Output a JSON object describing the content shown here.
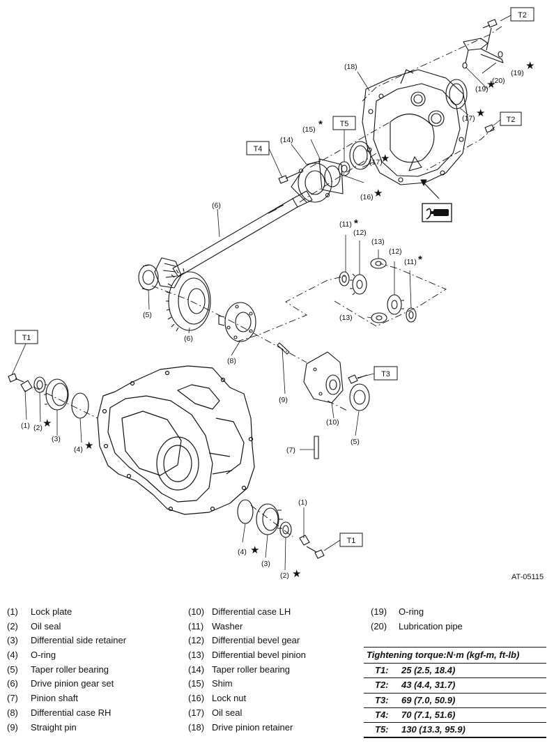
{
  "figure_id": "AT-05115",
  "callouts": {
    "c1a": "(1)",
    "c1b": "(1)",
    "c2a": "(2)",
    "c2b": "(2)",
    "c3a": "(3)",
    "c3b": "(3)",
    "c4a": "(4)",
    "c4b": "(4)",
    "c5a": "(5)",
    "c5b": "(5)",
    "c6a": "(6)",
    "c6b": "(6)",
    "c7": "(7)",
    "c8": "(8)",
    "c9": "(9)",
    "c10": "(10)",
    "c11a": "(11)",
    "c11b": "(11)",
    "c12a": "(12)",
    "c12b": "(12)",
    "c13a": "(13)",
    "c13b": "(13)",
    "c14": "(14)",
    "c15": "(15)",
    "c16": "(16)",
    "c17a": "(17)",
    "c17b": "(17)",
    "c18": "(18)",
    "c19a": "(19)",
    "c19b": "(19)",
    "c20": "(20)"
  },
  "torque_tags": {
    "t1a": "T1",
    "t1b": "T1",
    "t2a": "T2",
    "t2b": "T2",
    "t3": "T3",
    "t4": "T4",
    "t5": "T5"
  },
  "symbols": {
    "star": "★",
    "asterisk": "*"
  },
  "legend": {
    "col1": [
      {
        "num": "(1)",
        "name": "Lock plate"
      },
      {
        "num": "(2)",
        "name": "Oil seal"
      },
      {
        "num": "(3)",
        "name": "Differential side retainer"
      },
      {
        "num": "(4)",
        "name": "O-ring"
      },
      {
        "num": "(5)",
        "name": "Taper roller bearing"
      },
      {
        "num": "(6)",
        "name": "Drive pinion gear set"
      },
      {
        "num": "(7)",
        "name": "Pinion shaft"
      },
      {
        "num": "(8)",
        "name": "Differential case RH"
      },
      {
        "num": "(9)",
        "name": "Straight pin"
      }
    ],
    "col2": [
      {
        "num": "(10)",
        "name": "Differential case LH"
      },
      {
        "num": "(11)",
        "name": "Washer"
      },
      {
        "num": "(12)",
        "name": "Differential bevel gear"
      },
      {
        "num": "(13)",
        "name": "Differential bevel pinion"
      },
      {
        "num": "(14)",
        "name": "Taper roller bearing"
      },
      {
        "num": "(15)",
        "name": "Shim"
      },
      {
        "num": "(16)",
        "name": "Lock nut"
      },
      {
        "num": "(17)",
        "name": "Oil seal"
      },
      {
        "num": "(18)",
        "name": "Drive pinion retainer"
      }
    ],
    "col3": [
      {
        "num": "(19)",
        "name": "O-ring"
      },
      {
        "num": "(20)",
        "name": "Lubrication pipe"
      }
    ]
  },
  "torque": {
    "title": "Tightening torque:N·m (kgf-m, ft-lb)",
    "rows": [
      {
        "key": "T1:",
        "value": "25 (2.5, 18.4)"
      },
      {
        "key": "T2:",
        "value": "43 (4.4, 31.7)"
      },
      {
        "key": "T3:",
        "value": "69 (7.0, 50.9)"
      },
      {
        "key": "T4:",
        "value": "70 (7.1, 51.6)"
      },
      {
        "key": "T5:",
        "value": "130 (13.3, 95.9)"
      }
    ]
  },
  "icons": {
    "sealant": "liquid-gasket-icon"
  }
}
